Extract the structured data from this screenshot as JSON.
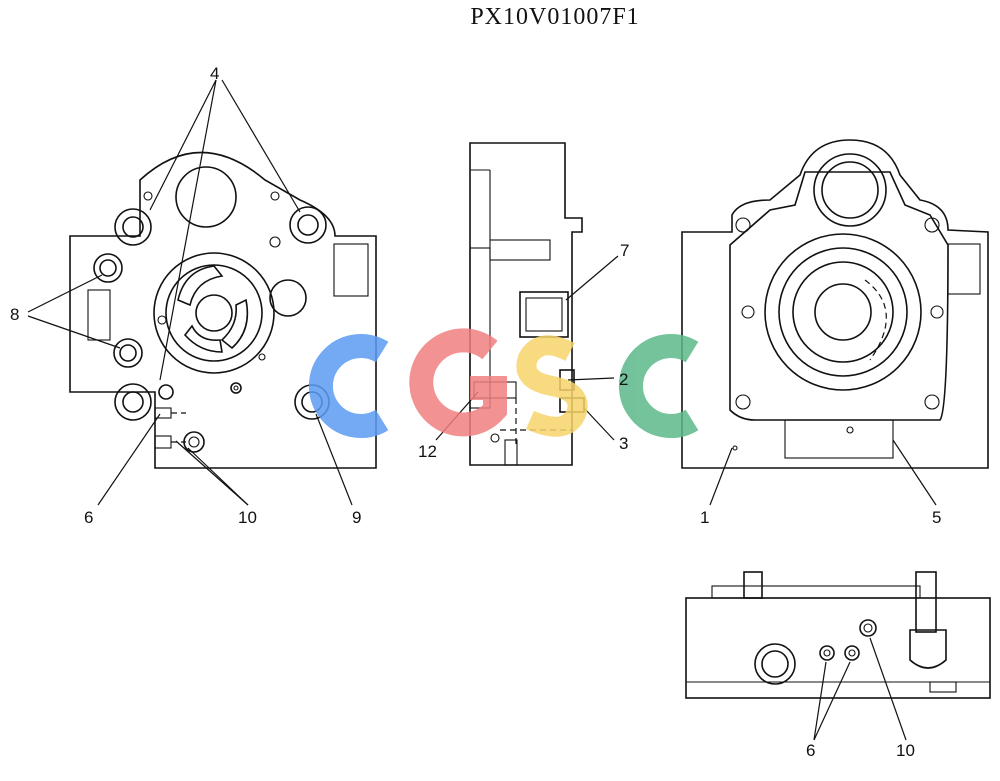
{
  "title": "PX10V01007F1",
  "callouts": {
    "c1": "1",
    "c2": "2",
    "c3": "3",
    "c4": "4",
    "c5": "5",
    "c6a": "6",
    "c6b": "6",
    "c7": "7",
    "c8": "8",
    "c9": "9",
    "c10a": "10",
    "c10b": "10",
    "c12": "12"
  },
  "watermark": {
    "letters": [
      "C",
      "G",
      "S",
      "C"
    ],
    "colors": [
      "#5b9cf2",
      "#f08080",
      "#f7d46a",
      "#5cb88a"
    ]
  }
}
